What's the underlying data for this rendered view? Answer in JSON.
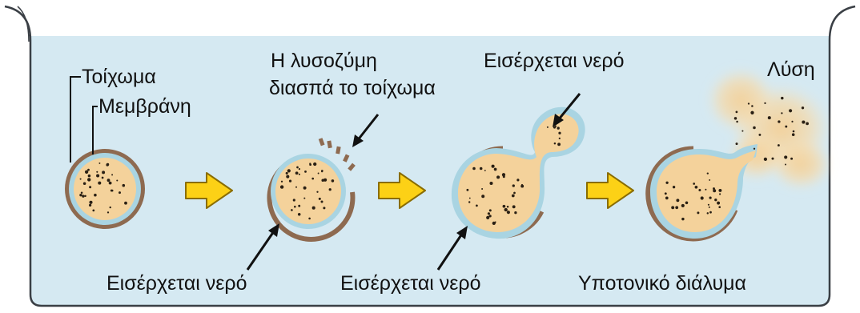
{
  "labels": {
    "wall": "Τοίχωμα",
    "membrane": "Μεμβράνη",
    "lysozyme_line1": "Η λυσοζύμη",
    "lysozyme_line2": "διασπά το τοίχωμα",
    "water_enters_top": "Εισέρχεται νερό",
    "lysis": "Λύση",
    "water_enters_bottom_1": "Εισέρχεται νερό",
    "water_enters_bottom_2": "Εισέρχεται νερό",
    "hypotonic_solution": "Υποτονικό διάλυμα"
  },
  "colors": {
    "solution": "#d5e9f2",
    "vessel_outline": "#3a3f45",
    "wall": "#8e6a50",
    "membrane": "#a9d4e2",
    "cytoplasm": "#f4d29b",
    "dots": "#2a2014",
    "arrow_fill": "#fcd116",
    "arrow_stroke": "#8a6d00"
  },
  "stages": [
    {
      "name": "intact-cell"
    },
    {
      "name": "wall-digested-cell"
    },
    {
      "name": "swelling-cell"
    },
    {
      "name": "lysed-cell"
    }
  ]
}
